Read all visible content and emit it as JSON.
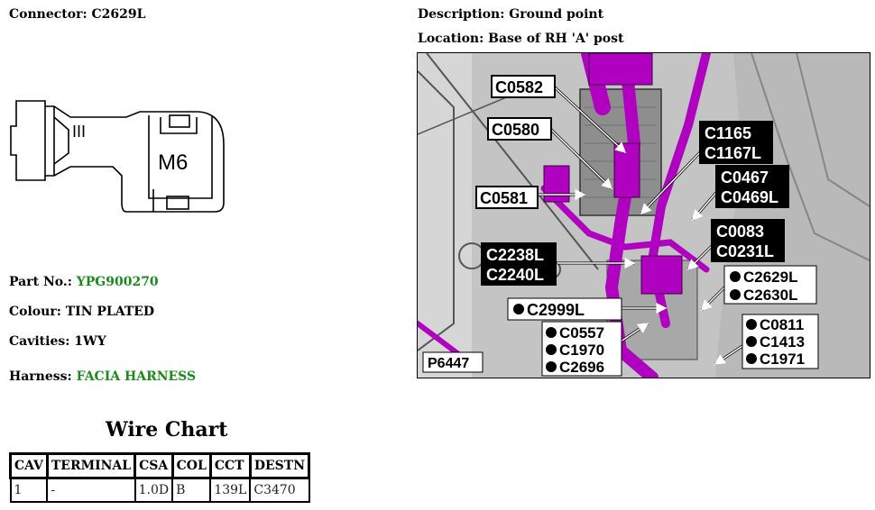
{
  "connector": {
    "label": "Connector:",
    "value": "C2629L"
  },
  "description": {
    "label": "Description:",
    "value": "Ground point"
  },
  "location": {
    "label": "Location:",
    "value": "Base of RH 'A' post"
  },
  "part_no": {
    "label": "Part No.:",
    "value": "YPG900270"
  },
  "colour": {
    "label": "Colour:",
    "value": "TIN PLATED"
  },
  "cavities": {
    "label": "Cavities:",
    "value": "1WY"
  },
  "harness": {
    "label": "Harness:",
    "value": "FACIA HARNESS"
  },
  "connector_drawing": {
    "marks": "III",
    "stud": "M6"
  },
  "wire_chart": {
    "title": "Wire Chart",
    "headers": [
      "CAV",
      "TERMINAL",
      "CSA",
      "COL",
      "CCT",
      "DESTN"
    ],
    "rows": [
      [
        "1",
        "-",
        "1.0D",
        "B",
        "139L",
        "C3470"
      ]
    ]
  },
  "diagram": {
    "ref": "P6447",
    "labels": {
      "c0582": "C0582",
      "c0580": "C0580",
      "c0581": "C0581",
      "c1165": "C1165",
      "c1167l": "C1167L",
      "c0467": "C0467",
      "c0469l": "C0469L",
      "c0083": "C0083",
      "c0231l": "C0231L",
      "c2238l": "C2238L",
      "c2240l": "C2240L",
      "c2629l": "C2629L",
      "c2630l": "C2630L",
      "c2999l": "C2999L",
      "c0557": "C0557",
      "c1970": "C1970",
      "c2696": "C2696",
      "c0811": "C0811",
      "c1413": "C1413",
      "c1971": "C1971"
    },
    "colors": {
      "harness": "#b000c0",
      "panel": "#bfbfbf",
      "label_dark": "#000000",
      "label_light": "#ffffff"
    }
  }
}
